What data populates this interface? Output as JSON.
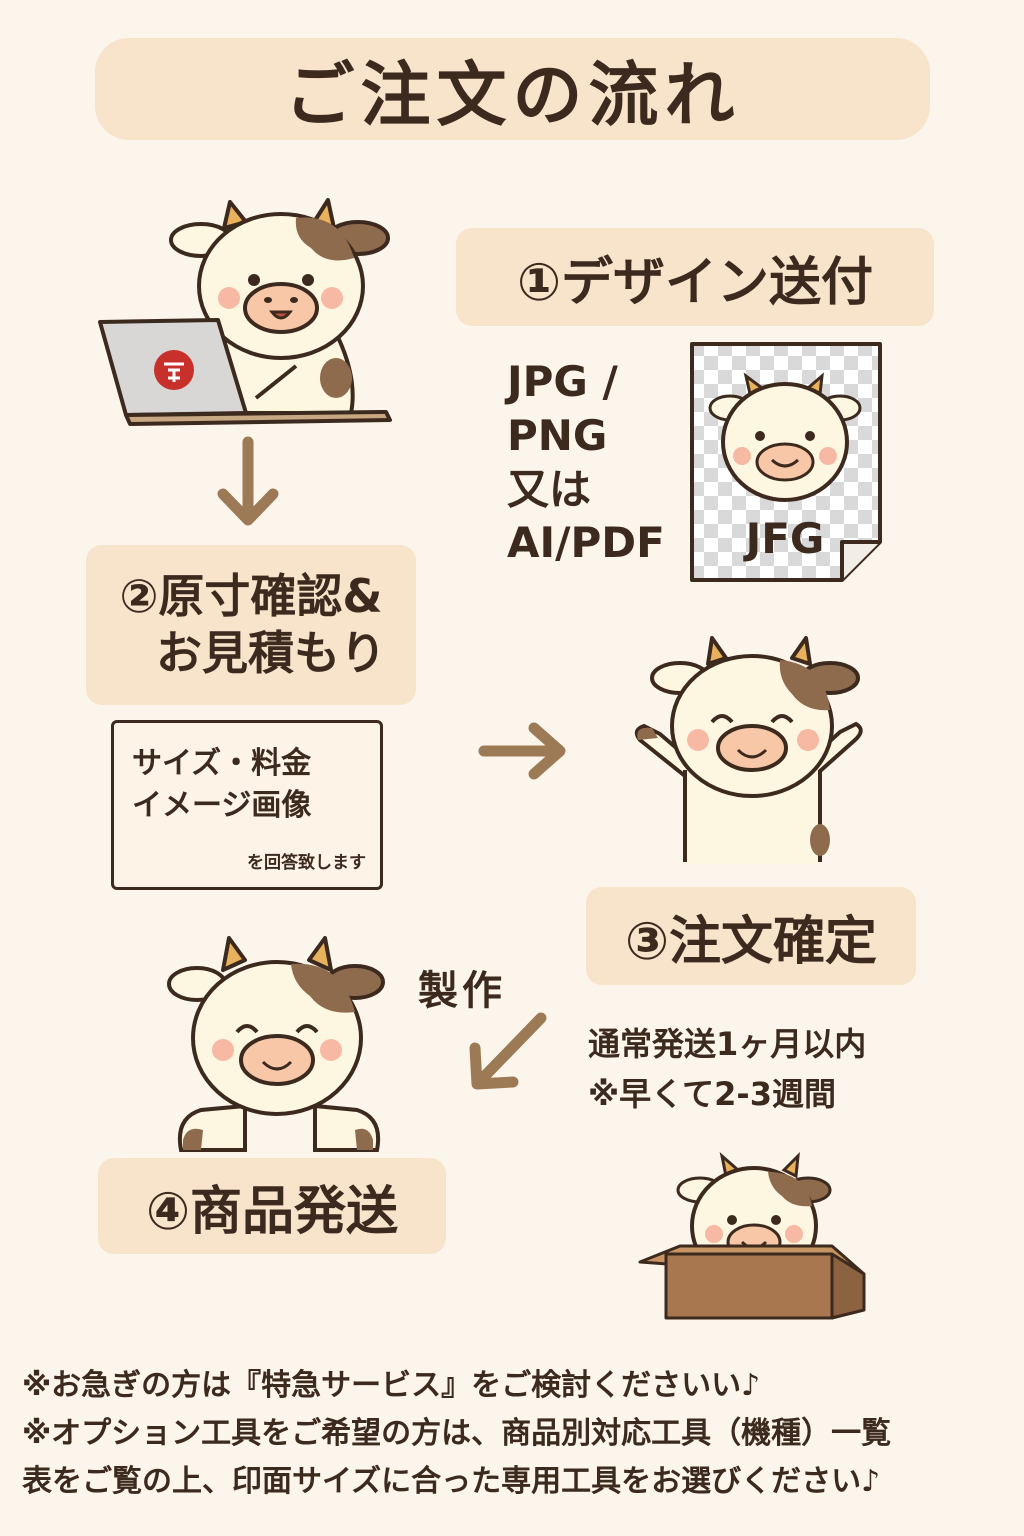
{
  "title": "ご注文の流れ",
  "steps": {
    "step1": "①デザイン送付",
    "step2_line1": "②原寸確認&",
    "step2_line2": "お見積もり",
    "step3": "③注文確定",
    "step4": "④商品発送"
  },
  "formats": [
    "JPG /",
    "PNG",
    "又は",
    "AI/PDF"
  ],
  "file_icon_label": "JFG",
  "quote_box": {
    "line1": "サイズ・料金",
    "line2": "イメージ画像",
    "line3": "を回答致します"
  },
  "production_label": "製作",
  "shipping_info": {
    "line1": "通常発送1ヶ月以内",
    "line2": "※早くて2-3週間"
  },
  "notes": {
    "line1": "※お急ぎの方は『特急サービス』をご検討くださいい♪",
    "line2": "※オプション工具をご希望の方は、商品別対応工具（機種）一覧",
    "line3": "表をご覧の上、印面サイズに合った専用工具をお選びください♪"
  },
  "colors": {
    "background": "#fcf5eb",
    "label_bg": "#f8e3cb",
    "text": "#3d2a1f",
    "arrow": "#9c7a55",
    "cow_body": "#fdf7e2",
    "cow_spot": "#8f6b4e",
    "cheek": "#f8b9a4",
    "box": "#a8774f",
    "laptop_logo": "#c8302b"
  }
}
